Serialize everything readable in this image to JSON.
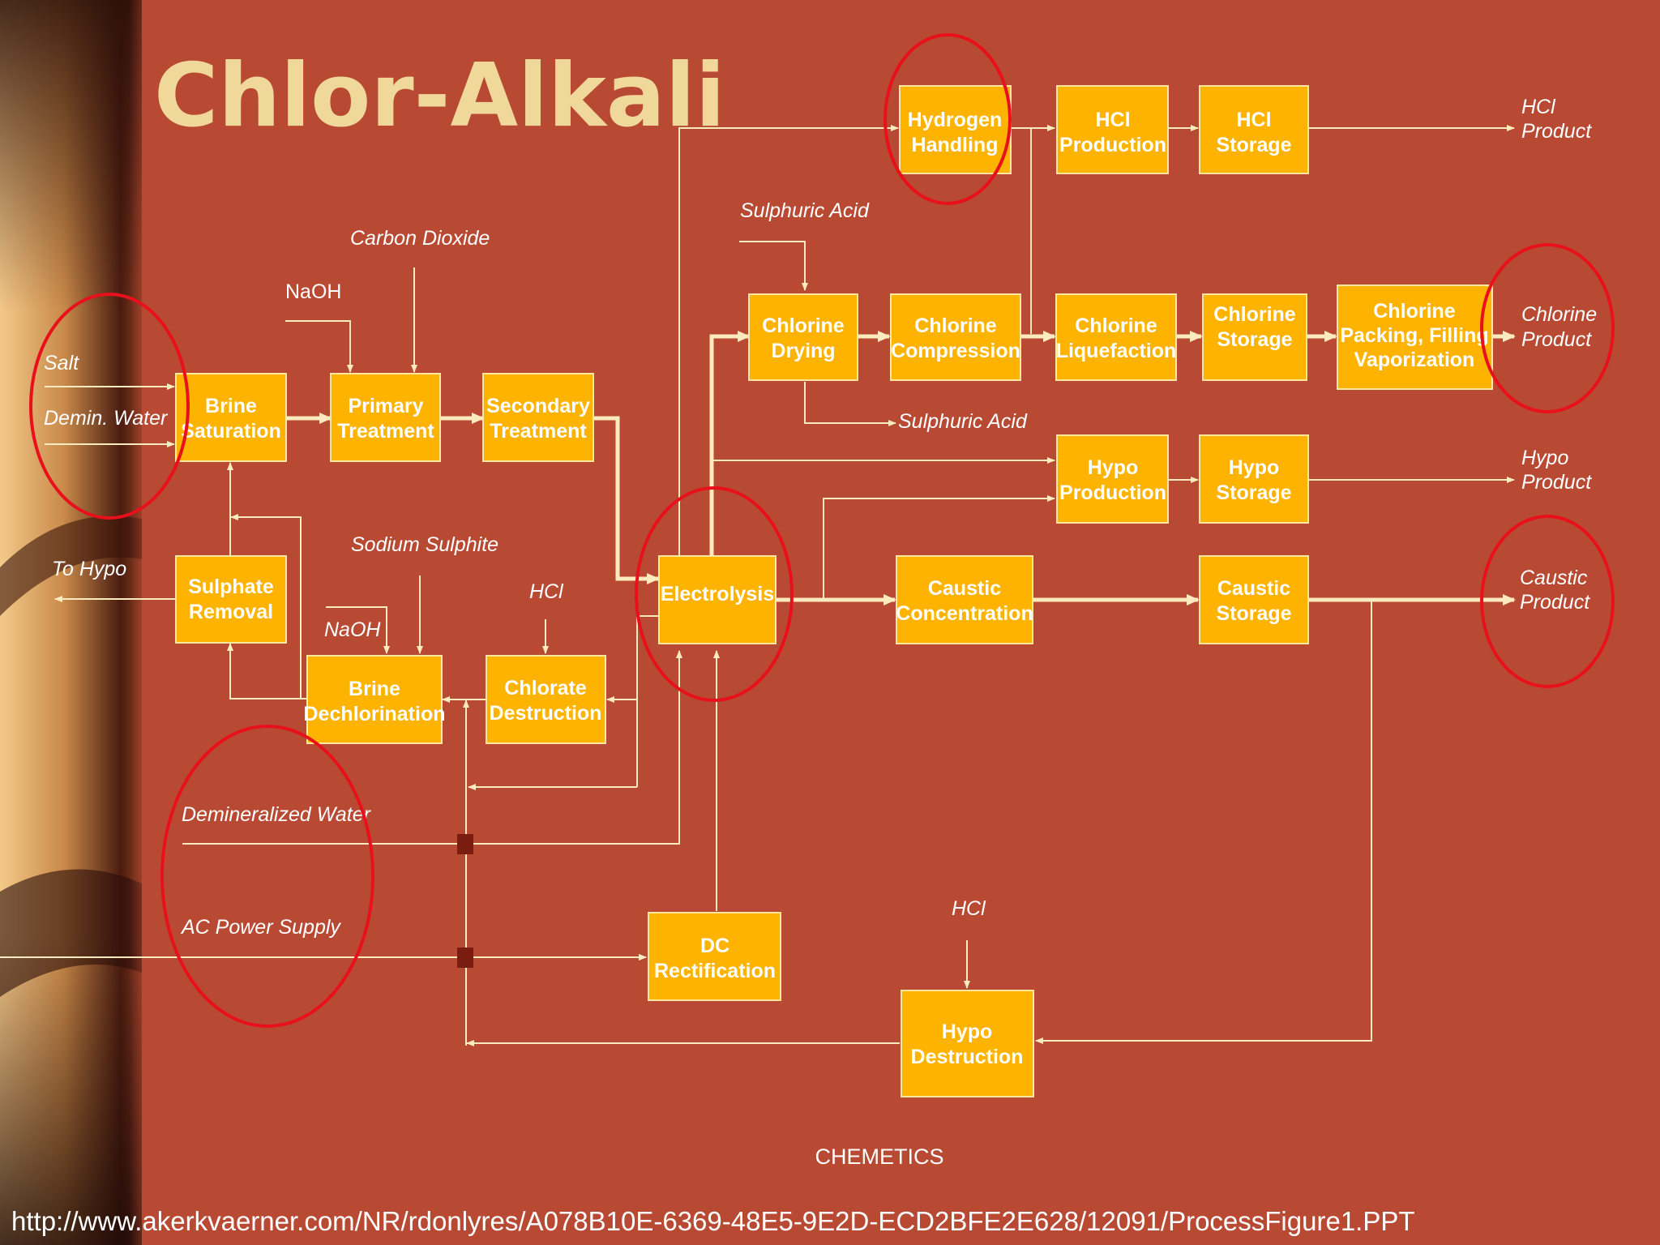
{
  "title": "Chlor-Alkali",
  "boxes": {
    "hydrogen_handling": [
      "Hydrogen",
      "Handling"
    ],
    "hcl_production": [
      "HCl",
      "Production"
    ],
    "hcl_storage": [
      "HCl",
      "Storage"
    ],
    "chlorine_drying": [
      "Chlorine",
      "Drying"
    ],
    "chlorine_compression": [
      "Chlorine",
      "Compression"
    ],
    "chlorine_liquefaction": [
      "Chlorine",
      "Liquefaction"
    ],
    "chlorine_storage": [
      "Chlorine",
      "Storage"
    ],
    "chlorine_packing": [
      "Chlorine",
      "Packing, Filling",
      "Vaporization"
    ],
    "brine_saturation": [
      "Brine",
      "Saturation"
    ],
    "primary_treatment": [
      "Primary",
      "Treatment"
    ],
    "secondary_treatment": [
      "Secondary",
      "Treatment"
    ],
    "hypo_production": [
      "Hypo",
      "Production"
    ],
    "hypo_storage": [
      "Hypo",
      "Storage"
    ],
    "sulphate_removal": [
      "Sulphate",
      "Removal"
    ],
    "electrolysis": [
      "Electrolysis"
    ],
    "caustic_concentration": [
      "Caustic",
      "Concentration"
    ],
    "caustic_storage": [
      "Caustic",
      "Storage"
    ],
    "brine_dechlorination": [
      "Brine",
      "Dechlorination"
    ],
    "chlorate_destruction": [
      "Chlorate",
      "Destruction"
    ],
    "dc_rectification": [
      "DC",
      "Rectification"
    ],
    "hypo_destruction": [
      "Hypo",
      "Destruction"
    ]
  },
  "labels": {
    "hcl_product": [
      "HCl",
      "Product"
    ],
    "chlorine_product": [
      "Chlorine",
      "Product"
    ],
    "hypo_product": [
      "Hypo",
      "Product"
    ],
    "caustic_product": [
      "Caustic",
      "Product"
    ],
    "sulphuric_acid_in": "Sulphuric Acid",
    "sulphuric_acid_out": "Sulphuric Acid",
    "carbon_dioxide": "Carbon Dioxide",
    "naoh_top": "NaOH",
    "salt": "Salt",
    "demin_water": "Demin. Water",
    "to_hypo": "To Hypo",
    "sodium_sulphite": "Sodium Sulphite",
    "hcl_chlorate": "HCl",
    "naoh_dechlor": "NaOH",
    "demineralized_water": "Demineralized Water",
    "ac_power_supply": "AC Power Supply",
    "hcl_hypo": "HCl"
  },
  "footer": {
    "credit": "CHEMETICS",
    "url": "http://www.akerkvaerner.com/NR/rdonlyres/A078B10E-6369-48E5-9E2D-ECD2BFE2E628/12091/ProcessFigure1.PPT"
  },
  "colors": {
    "background": "#b84a34",
    "box_fill": "#fdb300",
    "line": "#fdebc0",
    "highlight_oval": "#e8101a",
    "title": "#f0d89a"
  }
}
